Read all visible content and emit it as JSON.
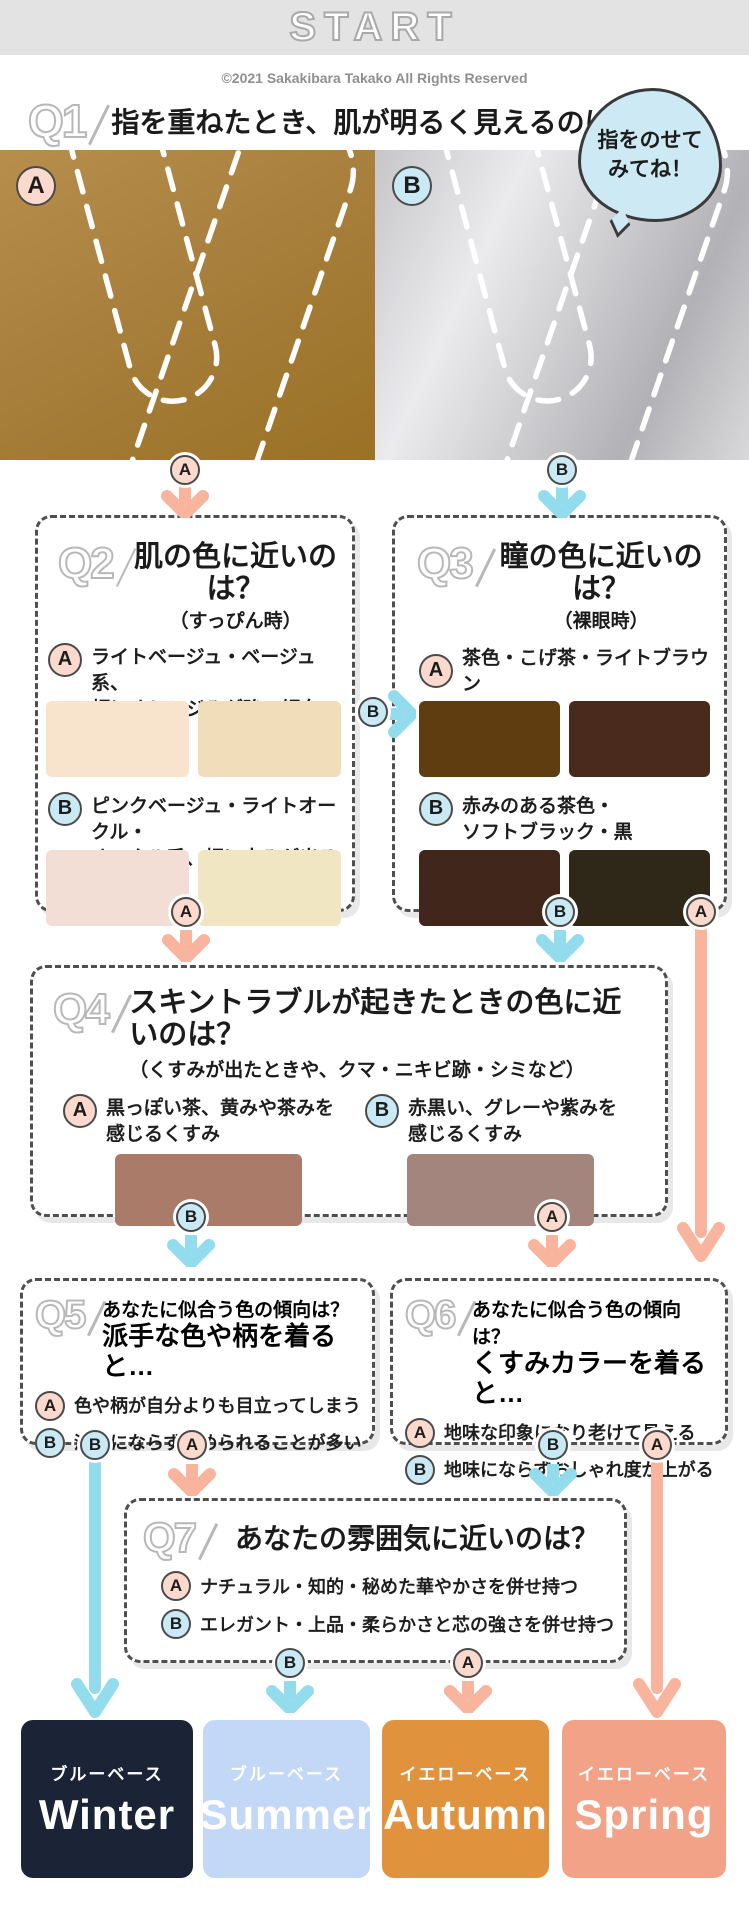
{
  "labels": {
    "a": "A",
    "b": "B"
  },
  "colors": {
    "accent_pink": "#f9b49e",
    "accent_blue": "#92dcee",
    "badge_pink": "#fbd9cd",
    "badge_blue": "#c9e9f4"
  },
  "header": {
    "start": "START",
    "copyright": "©2021 Sakakibara Takako All Rights Reserved"
  },
  "q1": {
    "num": "Q1",
    "title": "指を重ねたとき、肌が明るく見えるのは？",
    "bubble_line1": "指をのせて",
    "bubble_line2": "みてね！"
  },
  "q2": {
    "num": "Q2",
    "title": "肌の色に近いのは？",
    "subtitle": "（すっぴん時）",
    "option_a_line1": "ライトベージュ・ベージュ系、",
    "option_a_line2": "頬にオレンジみが強い傾向",
    "option_a_swatches": [
      "#f8e3cd",
      "#f2ddbb"
    ],
    "option_b_line1": "ピンクベージュ・ライトオークル・",
    "option_b_line2": "オークル系、頬に赤みが出る傾向",
    "option_b_swatches": [
      "#f2ded4",
      "#f0e6c2"
    ]
  },
  "q3": {
    "num": "Q3",
    "title": "瞳の色に近いのは？",
    "subtitle": "（裸眼時）",
    "option_a_text": "茶色・こげ茶・ライトブラウン",
    "option_a_swatches": [
      "#5f3d10",
      "#4a2a1c"
    ],
    "option_b_line1": "赤みのある茶色・",
    "option_b_line2": "ソフトブラック・黒",
    "option_b_swatches": [
      "#41261b",
      "#2f2718"
    ]
  },
  "q4": {
    "num": "Q4",
    "title": "スキントラブルが起きたときの色に近いのは？",
    "subtitle": "（くすみが出たときや、クマ・ニキビ跡・シミなど）",
    "option_a_line1": "黒っぽい茶、黄みや茶みを",
    "option_a_line2": "感じるくすみ",
    "option_a_swatch": "#a97b68",
    "option_b_line1": "赤黒い、グレーや紫みを",
    "option_b_line2": "感じるくすみ",
    "option_b_swatch": "#a4857e"
  },
  "q5": {
    "num": "Q5",
    "title_line1": "あなたに似合う色の傾向は？",
    "title_line2": "派手な色や柄を着ると…",
    "option_a": "色や柄が自分よりも目立ってしまう",
    "option_b": "派手にならず褒められることが多い"
  },
  "q6": {
    "num": "Q6",
    "title_line1": "あなたに似合う色の傾向は？",
    "title_line2": "くすみカラーを着ると…",
    "option_a": "地味な印象になり老けて見える",
    "option_b": "地味にならずおしゃれ度が上がる"
  },
  "q7": {
    "num": "Q7",
    "title": "あなたの雰囲気に近いのは？",
    "option_a": "ナチュラル・知的・秘めた華やかさを併せ持つ",
    "option_b": "エレガント・上品・柔らかさと芯の強さを併せ持つ"
  },
  "results": {
    "winter": {
      "base": "ブルーベース",
      "name": "Winter",
      "bg": "#1b2436"
    },
    "summer": {
      "base": "ブルーベース",
      "name": "Summer",
      "bg": "#c3d8f6"
    },
    "autumn": {
      "base": "イエローベース",
      "name": "Autumn",
      "bg": "#e0923c"
    },
    "spring": {
      "base": "イエローベース",
      "name": "Spring",
      "bg": "#f1a287"
    }
  }
}
